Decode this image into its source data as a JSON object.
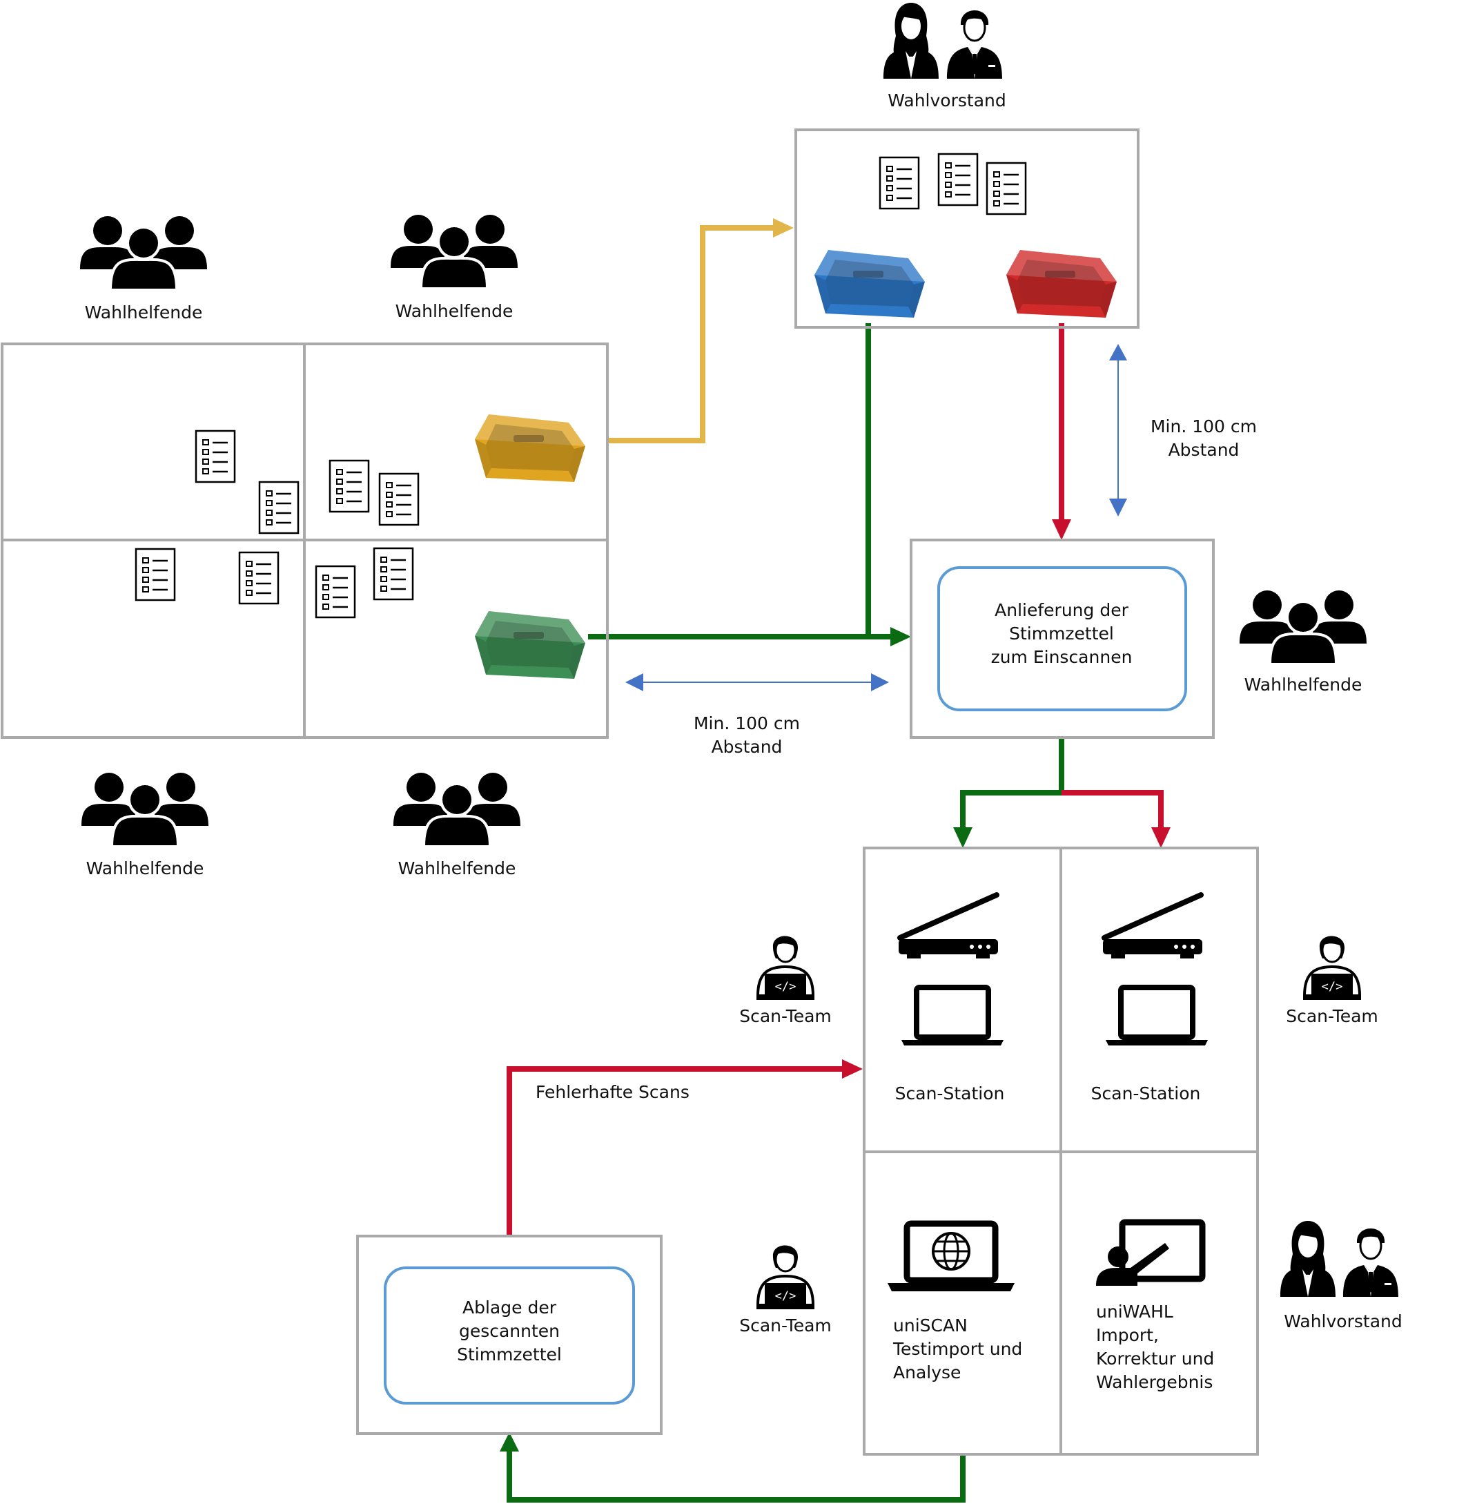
{
  "labels": {
    "wahlvorstand_top": "Wahlvorstand",
    "wahlhelfende_1": "Wahlhelfende",
    "wahlhelfende_2": "Wahlhelfende",
    "wahlhelfende_3": "Wahlhelfende",
    "wahlhelfende_4": "Wahlhelfende",
    "wahlhelfende_5": "Wahlhelfende",
    "distance_right_line1": "Min. 100 cm",
    "distance_right_line2": "Abstand",
    "distance_bottom_line1": "Min. 100 cm",
    "distance_bottom_line2": "Abstand",
    "delivery_line1": "Anlieferung der",
    "delivery_line2": "Stimmzettel",
    "delivery_line3": "zum Einscannen",
    "scan_team_1": "Scan-Team",
    "scan_team_2": "Scan-Team",
    "scan_team_3": "Scan-Team",
    "scan_station_1": "Scan-Station",
    "scan_station_2": "Scan-Station",
    "faulty_scans": "Fehlerhafte Scans",
    "storage_line1": "Ablage der",
    "storage_line2": "gescannten",
    "storage_line3": "Stimmzettel",
    "uniscan_line1": "uniSCAN",
    "uniscan_line2": "Testimport und",
    "uniscan_line3": "Analyse",
    "uniwahl_line1": "uniWAHL",
    "uniwahl_line2": "Import,",
    "uniwahl_line3": "Korrektur und",
    "uniwahl_line4": "Wahlergebnis",
    "wahlvorstand_bottom": "Wahlvorstand"
  },
  "icons": {
    "group": "people-group-icon",
    "board": "board-members-icon",
    "ballot": "ballot-list-icon",
    "crate": "storage-crate-icon",
    "scanner": "flatbed-scanner-icon",
    "laptop": "laptop-icon",
    "developer": "developer-laptop-icon",
    "web": "laptop-globe-icon",
    "presenter": "presentation-board-icon"
  },
  "colors": {
    "yellow_flow": "#E2B54A",
    "green_flow": "#0B6B12",
    "red_flow": "#C8102E",
    "distance_arrow": "#4472C4",
    "box_border": "#AAAAAA",
    "inner_box_border": "#5B9BD5",
    "crate_yellow": "#E0A520",
    "crate_blue": "#2E78C8",
    "crate_red": "#D02A2A",
    "crate_green": "#3E8F55"
  }
}
